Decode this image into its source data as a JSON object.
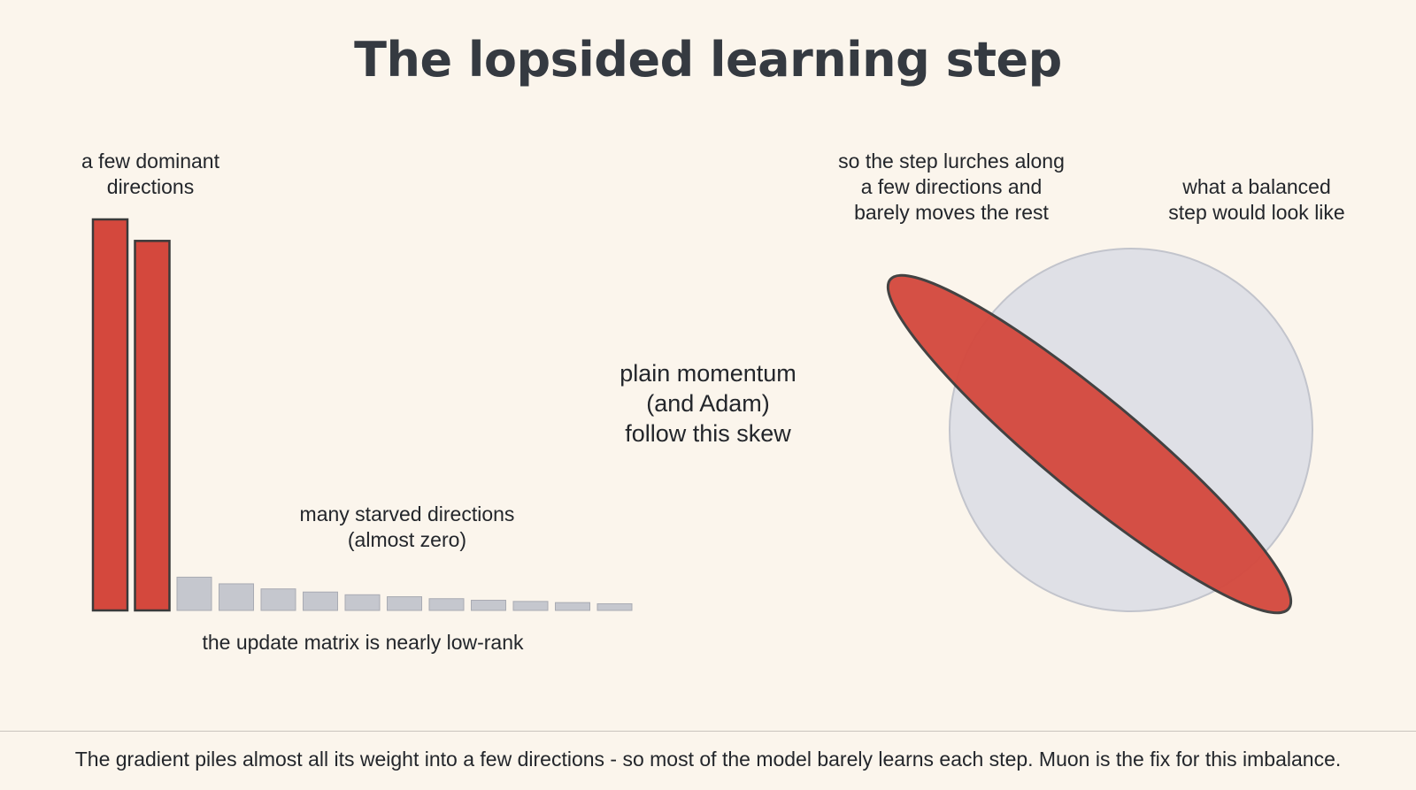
{
  "title": "The lopsided learning step",
  "labels": {
    "dominant": "a few dominant\ndirections",
    "starved": "many starved directions\n(almost zero)",
    "low_rank": "the update matrix is nearly low-rank",
    "momentum": "plain momentum\n(and Adam)\nfollow this skew",
    "lurch": "so the step lurches along\na few directions and\nbarely moves the rest",
    "balanced": "what a balanced\nstep would look like"
  },
  "footer": "The gradient piles almost all its weight into a few directions - so most of the model barely learns each step. Muon is the fix for this imbalance.",
  "colors": {
    "dominant": "#d4483d",
    "starved": "#c5c7ce",
    "outline": "#3a3a3a",
    "balanced_circle": "#dfe0e6",
    "balanced_stroke": "#c2c4cc"
  },
  "chart_data": {
    "type": "bar",
    "values": [
      1.0,
      0.945,
      0.085,
      0.068,
      0.055,
      0.047,
      0.04,
      0.035,
      0.03,
      0.026,
      0.023,
      0.02,
      0.017
    ]
  }
}
